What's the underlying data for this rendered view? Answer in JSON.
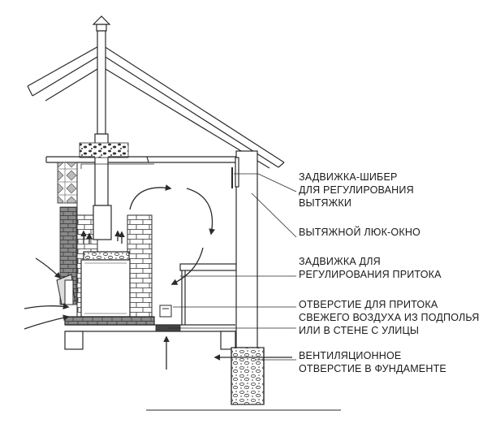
{
  "colors": {
    "line": "#2a2a2a",
    "brick": "#ffffff",
    "dark_brick": "#7a7a7a",
    "gravel": "#3a3a3a",
    "background": "#ffffff"
  },
  "labels": {
    "damper_exhaust": [
      "ЗАДВИЖКА-ШИБЕР",
      "ДЛЯ РЕГУЛИРОВАНИЯ",
      "ВЫТЯЖКИ"
    ],
    "exhaust_hatch": [
      "ВЫТЯЖНОЙ ЛЮК-ОКНО"
    ],
    "damper_inflow": [
      "ЗАДВИЖКА ДЛЯ",
      "РЕГУЛИРОВАНИЯ ПРИТОКА"
    ],
    "fresh_air_opening": [
      "ОТВЕРСТИЕ ДЛЯ ПРИТОКА",
      "СВЕЖЕГО ВОЗДУХА ИЗ ПОДПОЛЬЯ",
      "ИЛИ В СТЕНЕ С УЛИЦЫ"
    ],
    "foundation_vent": [
      "ВЕНТИЛЯЦИОННОЕ",
      "ОТВЕРСТИЕ В ФУНДАМЕНТЕ"
    ]
  }
}
